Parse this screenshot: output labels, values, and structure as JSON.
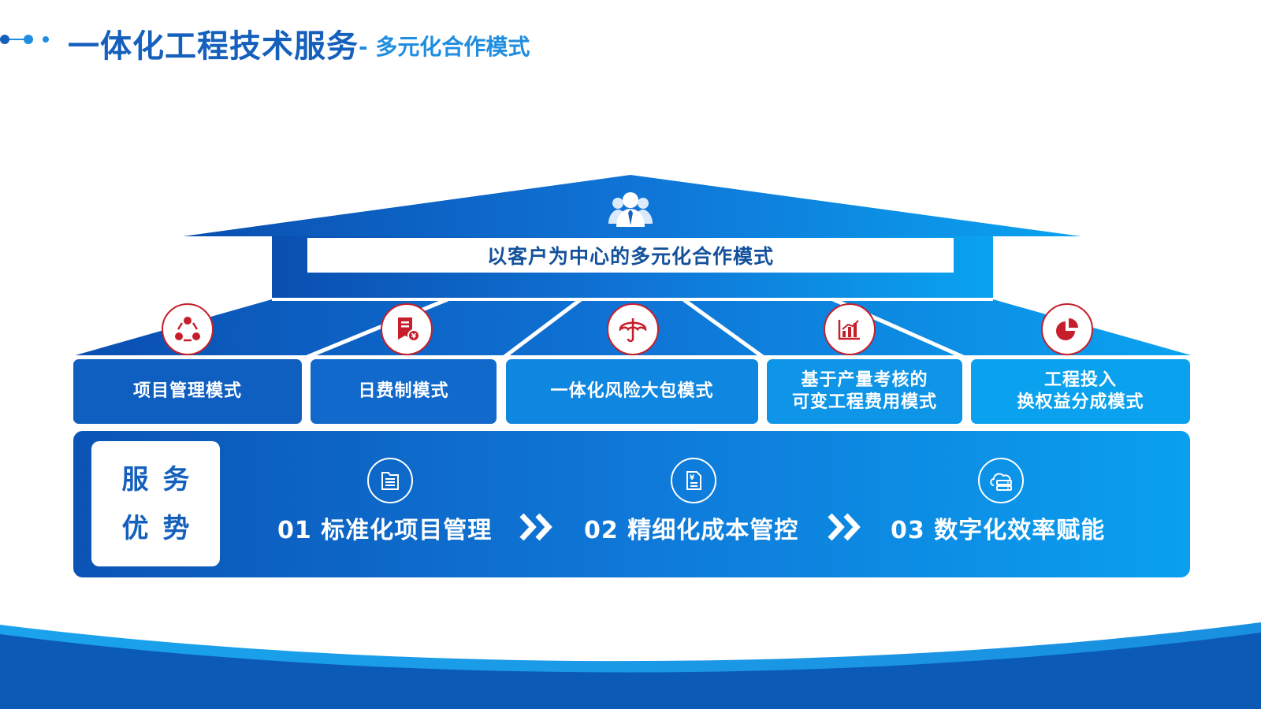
{
  "header": {
    "title": "一体化工程技术服务",
    "subtitle": "- 多元化合作模式"
  },
  "roof": {
    "banner": "以客户为中心的多元化合作模式",
    "icon": "customer-group-icon"
  },
  "modes": [
    {
      "lines": [
        "项目管理模式"
      ],
      "icon": "cycle-network-icon"
    },
    {
      "lines": [
        "日费制模式"
      ],
      "icon": "invoice-yuan-icon"
    },
    {
      "lines": [
        "一体化风险大包模式"
      ],
      "icon": "umbrella-icon"
    },
    {
      "lines": [
        "基于产量考核的",
        "可变工程费用模式"
      ],
      "icon": "bar-chart-icon"
    },
    {
      "lines": [
        "工程投入",
        "换权益分成模式"
      ],
      "icon": "pie-chart-icon"
    }
  ],
  "advantages": {
    "label_line1": "服务",
    "label_line2": "优势",
    "items": [
      {
        "text": "01  标准化项目管理",
        "icon": "document-folder-icon"
      },
      {
        "text": "02  精细化成本管控",
        "icon": "yuan-document-icon"
      },
      {
        "text": "03  数字化效率赋能",
        "icon": "cloud-server-icon"
      }
    ]
  },
  "colors": {
    "primary": "#1560bd",
    "light_blue": "#1f8de0",
    "accent_red": "#c61f2b"
  }
}
